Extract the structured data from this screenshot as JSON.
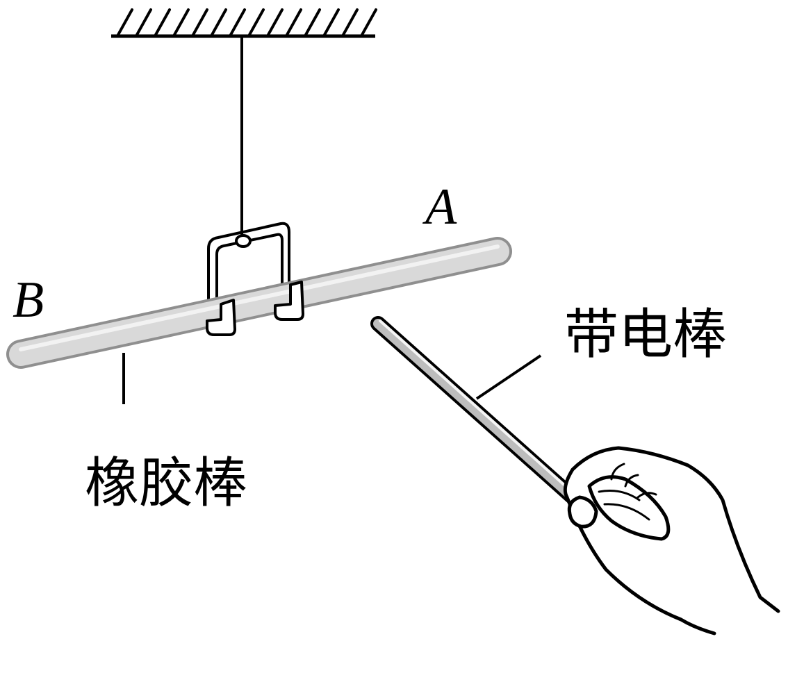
{
  "labels": {
    "end_a": "A",
    "end_b": "B",
    "charged_rod": "带电棒",
    "rubber_rod": "橡胶棒"
  },
  "colors": {
    "stroke": "#000000",
    "rod_fill": "#d9d9d9",
    "rod_edge": "#9a9a9a",
    "background": "#ffffff",
    "hand_fill": "#ffffff"
  },
  "icons": {
    "support": "ceiling-hatch-icon",
    "hand": "hand-icon"
  }
}
